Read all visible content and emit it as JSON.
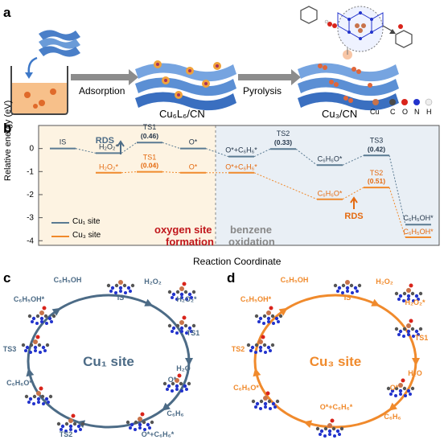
{
  "panel_letters": {
    "a": "a",
    "b": "b",
    "c": "c",
    "d": "d"
  },
  "panel_a": {
    "step1": "Adsorption",
    "step2": "Pyrolysis",
    "product1": "Cu₆L₆/CN",
    "product2": "Cu₃/CN",
    "legend": [
      "Cu",
      "C",
      "O",
      "N",
      "H"
    ],
    "legend_colors": [
      "#c8734a",
      "#4a4a4a",
      "#d9241b",
      "#2233cc",
      "#eeeeee"
    ]
  },
  "panel_b": {
    "chart_data": {
      "type": "line",
      "ylabel": "Relative energy (eV)",
      "xlabel": "Reaction Coordinate",
      "ylim": [
        -4.2,
        1.0
      ],
      "yticks": [
        "0",
        "-1",
        "-2",
        "-3",
        "-4"
      ],
      "regions": [
        {
          "name": "oxygen site formation",
          "line1": "oxygen site",
          "line2": "formation",
          "color": "#c0161b"
        },
        {
          "name": "benzene oxidation",
          "line1": "benzene",
          "line2": "oxidation",
          "color": "#888888"
        }
      ],
      "series": [
        {
          "name": "Cu₁ site",
          "color": "#5a7a92",
          "states": [
            {
              "label": "IS",
              "value": 0.0
            },
            {
              "label": "H₂O₂*",
              "value": -0.2
            },
            {
              "label": "TS1",
              "value": 0.26,
              "barrier": "(0.46)"
            },
            {
              "label": "O*",
              "value": 0.0
            },
            {
              "label": "O*+C₆H₆*",
              "value": -0.35
            },
            {
              "label": "TS2",
              "value": -0.02,
              "barrier": "(0.33)"
            },
            {
              "label": "C₆H₆O*",
              "value": -0.72
            },
            {
              "label": "TS3",
              "value": -0.3,
              "barrier": "(0.42)"
            },
            {
              "label": "C₆H₅OH*",
              "value": -3.3
            }
          ]
        },
        {
          "name": "Cu₃ site",
          "color": "#f08a2c",
          "states": [
            {
              "label": "H₂O₂*",
              "value": -1.05
            },
            {
              "label": "TS1",
              "value": -1.01,
              "barrier": "(0.04)"
            },
            {
              "label": "O*",
              "value": -1.05
            },
            {
              "label": "O*+C₆H₆*",
              "value": -1.05
            },
            {
              "label": "C₆H₆O*",
              "value": -2.2
            },
            {
              "label": "TS2",
              "value": -1.69,
              "barrier": "(0.51)"
            },
            {
              "label": "C₆H₅OH*",
              "value": -3.85
            }
          ]
        }
      ],
      "annotations": [
        "RDS",
        "RDS"
      ]
    }
  },
  "panel_c": {
    "title": "Cu₁ site",
    "color": "#4c6b86",
    "labels": [
      "C₆H₅OH",
      "IS",
      "H₂O₂",
      "H₂O₂*",
      "TS1",
      "H₂O",
      "O*",
      "C₆H₆",
      "O*+C₆H₆*",
      "TS2",
      "C₆H₆O*",
      "TS3",
      "C₆H₅OH*"
    ]
  },
  "panel_d": {
    "title": "Cu₃ site",
    "color": "#f08a2c",
    "labels": [
      "C₆H₅OH",
      "IS",
      "H₂O₂",
      "H₂O₂*",
      "TS1",
      "H₂O",
      "O*",
      "C₆H₆",
      "O*+C₆H₆*",
      "C₆H₆O*",
      "TS2",
      "C₆H₅OH*"
    ]
  }
}
